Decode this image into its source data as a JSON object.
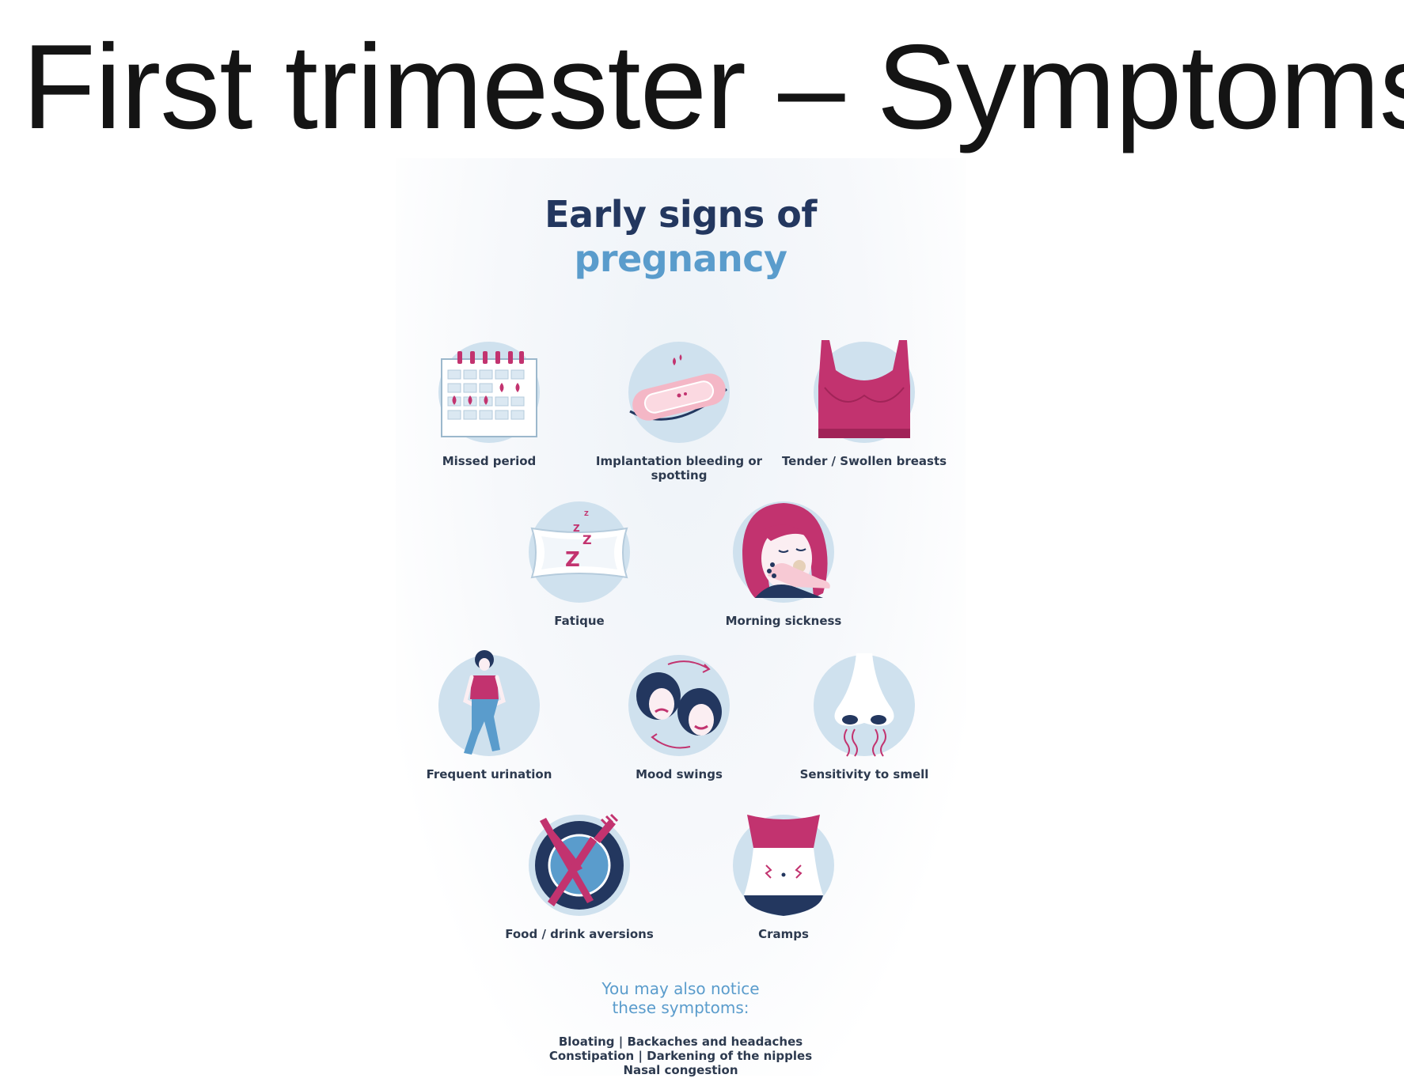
{
  "slide": {
    "title": "First trimester – Symptoms"
  },
  "poster": {
    "heading_line1": "Early signs of",
    "heading_line2": "pregnancy",
    "symptoms": [
      {
        "label": "Missed period",
        "icon": "calendar-icon"
      },
      {
        "label": "Implantation bleeding or spotting",
        "icon": "sanitary-pad-icon"
      },
      {
        "label": "Tender / Swollen breasts",
        "icon": "bra-icon"
      },
      {
        "label": "Fatique",
        "icon": "pillow-icon"
      },
      {
        "label": "Morning sickness",
        "icon": "nauseous-woman-icon"
      },
      {
        "label": "Frequent urination",
        "icon": "woman-standing-icon"
      },
      {
        "label": "Mood swings",
        "icon": "mood-faces-icon"
      },
      {
        "label": "Sensitivity to smell",
        "icon": "nose-icon"
      },
      {
        "label": "Food / drink aversions",
        "icon": "plate-fork-knife-icon"
      },
      {
        "label": "Cramps",
        "icon": "belly-cramps-icon"
      }
    ],
    "notice_line1": "You may also notice",
    "notice_line2": "these symptoms:",
    "extra_lines": [
      "Bloating | Backaches and headaches",
      "Constipation | Darkening of the nipples",
      "Nasal congestion"
    ],
    "colors": {
      "navy": "#23375f",
      "light_blue": "#5a9ccc",
      "circle_blue": "#cfe1ee",
      "magenta": "#c2336f",
      "pink": "#f4b7c6"
    }
  }
}
